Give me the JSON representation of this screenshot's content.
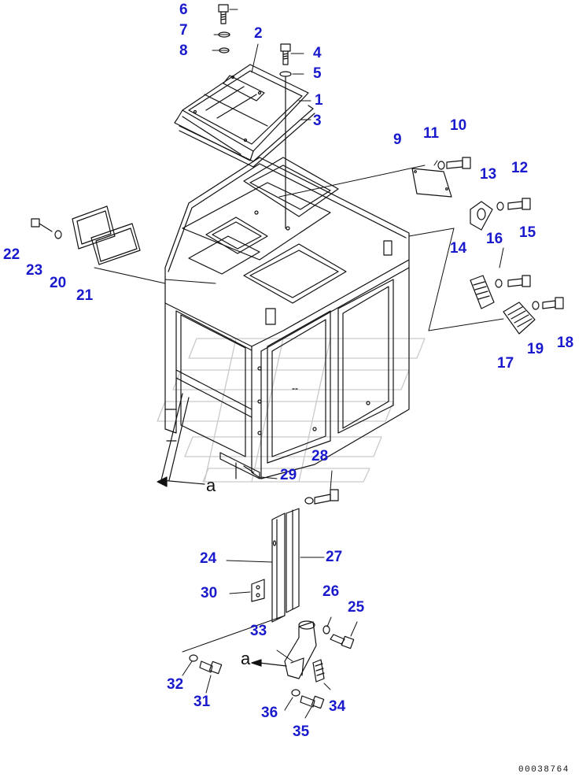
{
  "callouts": [
    {
      "id": "c6",
      "label": "6"
    },
    {
      "id": "c7",
      "label": "7"
    },
    {
      "id": "c8",
      "label": "8"
    },
    {
      "id": "c2",
      "label": "2"
    },
    {
      "id": "c4",
      "label": "4"
    },
    {
      "id": "c5",
      "label": "5"
    },
    {
      "id": "c1",
      "label": "1"
    },
    {
      "id": "c3",
      "label": "3"
    },
    {
      "id": "c9",
      "label": "9"
    },
    {
      "id": "c11",
      "label": "11"
    },
    {
      "id": "c10",
      "label": "10"
    },
    {
      "id": "c13",
      "label": "13"
    },
    {
      "id": "c12",
      "label": "12"
    },
    {
      "id": "c15",
      "label": "15"
    },
    {
      "id": "c14",
      "label": "14"
    },
    {
      "id": "c16",
      "label": "16"
    },
    {
      "id": "c22",
      "label": "22"
    },
    {
      "id": "c23",
      "label": "23"
    },
    {
      "id": "c20",
      "label": "20"
    },
    {
      "id": "c21",
      "label": "21"
    },
    {
      "id": "c17",
      "label": "17"
    },
    {
      "id": "c19",
      "label": "19"
    },
    {
      "id": "c18",
      "label": "18"
    },
    {
      "id": "c28",
      "label": "28"
    },
    {
      "id": "c29",
      "label": "29"
    },
    {
      "id": "c24",
      "label": "24"
    },
    {
      "id": "c27",
      "label": "27"
    },
    {
      "id": "c30",
      "label": "30"
    },
    {
      "id": "c26",
      "label": "26"
    },
    {
      "id": "c25",
      "label": "25"
    },
    {
      "id": "c33",
      "label": "33"
    },
    {
      "id": "c32",
      "label": "32"
    },
    {
      "id": "c31",
      "label": "31"
    },
    {
      "id": "c34",
      "label": "34"
    },
    {
      "id": "c36",
      "label": "36"
    },
    {
      "id": "c35",
      "label": "35"
    }
  ],
  "view_refs": [
    {
      "id": "a-top",
      "label": "a"
    },
    {
      "id": "a-bottom",
      "label": "a"
    }
  ],
  "doc_code": "00038764",
  "colors": {
    "callout": "#1a1acd",
    "line": "#111111",
    "watermark": "#c9c9c9"
  }
}
